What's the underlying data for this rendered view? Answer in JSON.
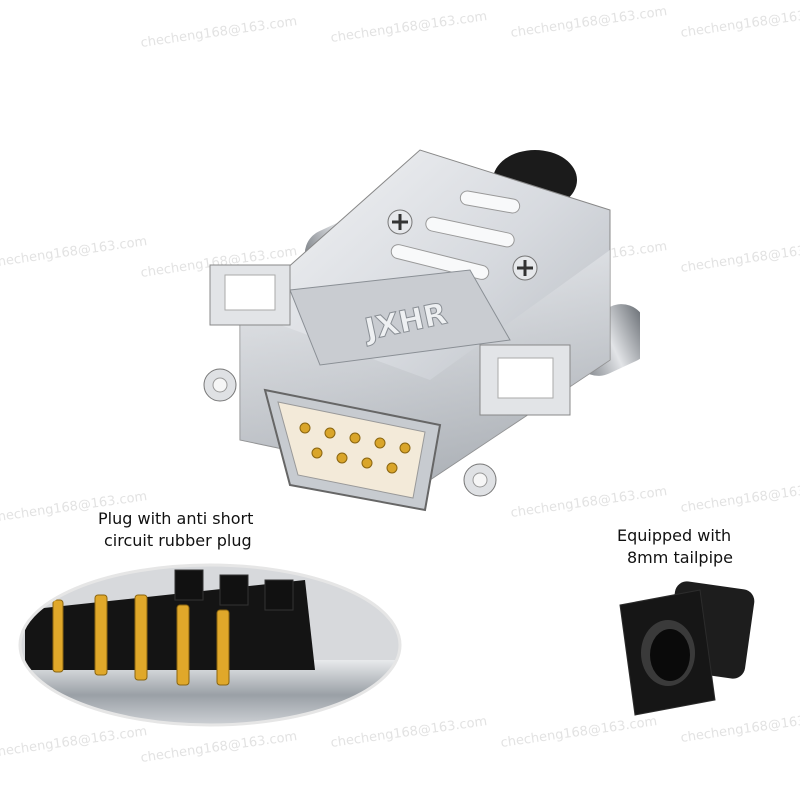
{
  "captions": {
    "rubber_plug": [
      "Plug with anti short",
      "circuit rubber plug"
    ],
    "tailpipe": [
      "Equipped with",
      "8mm tailpipe"
    ]
  },
  "logo_text": "JXHR",
  "watermark": "checheng168@163.com",
  "colors": {
    "shell": "#cfd2d6",
    "shell_dark": "#8d9298",
    "gold": "#d9a52a",
    "black": "#111111"
  }
}
